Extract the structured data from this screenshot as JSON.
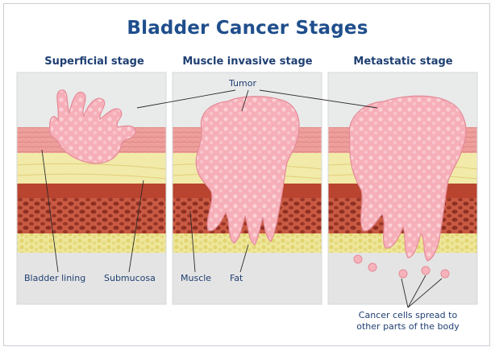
{
  "title": "Bladder Cancer Stages",
  "stages": [
    {
      "label": "Superficial stage"
    },
    {
      "label": "Muscle invasive stage"
    },
    {
      "label": "Metastatic stage"
    }
  ],
  "labels": {
    "tumor": "Tumor",
    "bladder_lining": "Bladder lining",
    "submucosa": "Submucosa",
    "muscle": "Muscle",
    "fat": "Fat",
    "cancer_spread_line1": "Cancer cells spread to",
    "cancer_spread_line2": "other parts of the body"
  },
  "colors": {
    "title": "#1f4e8c",
    "label": "#1f3f72",
    "lining": "#f0a7a4",
    "submucosa": "#f2eaa9",
    "muscle": "#c95a43",
    "fat": "#eee79b",
    "tumor": "#f7b3bb"
  }
}
